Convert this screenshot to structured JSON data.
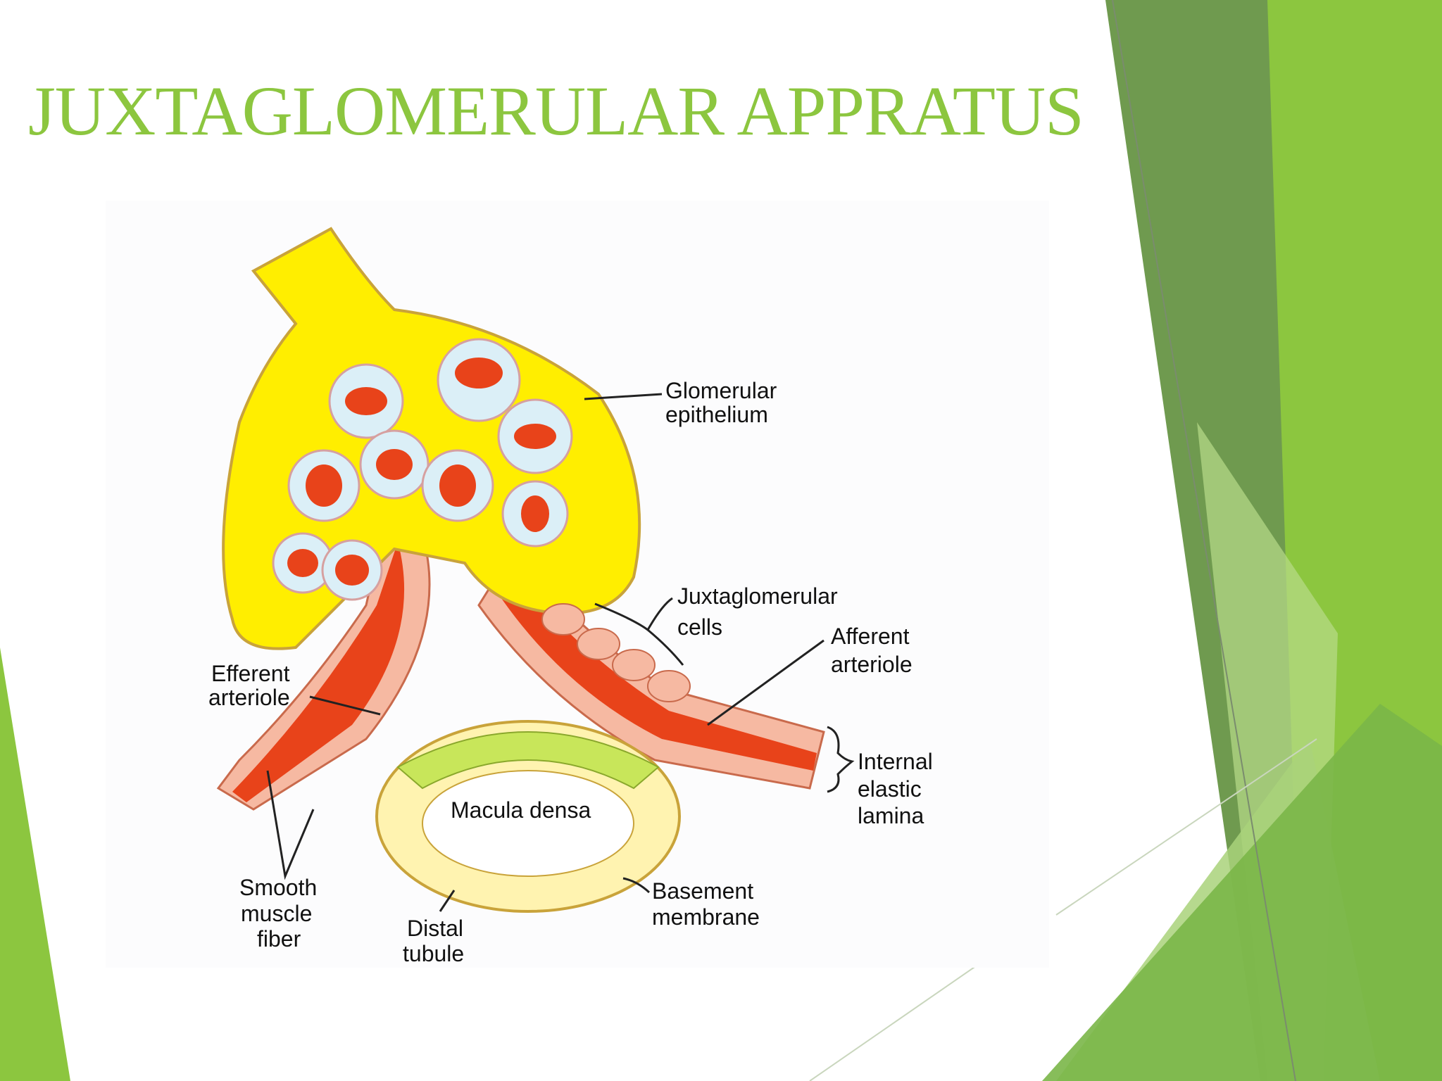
{
  "title": "JUXTAGLOMERULAR APPRATUS",
  "labels": {
    "glomerular_epithelium": [
      "Glomerular",
      "epithelium"
    ],
    "juxtaglomerular_cells": [
      "Juxtaglomerular",
      "cells"
    ],
    "afferent_arteriole": [
      "Afferent",
      "arteriole"
    ],
    "efferent_arteriole": [
      "Efferent",
      "arteriole"
    ],
    "internal_elastic_lamina": [
      "Internal",
      "elastic",
      "lamina"
    ],
    "macula_densa": "Macula densa",
    "smooth_muscle_fiber": [
      "Smooth",
      "muscle",
      "fiber"
    ],
    "distal_tubule": [
      "Distal",
      "tubule"
    ],
    "basement_membrane": [
      "Basement",
      "membrane"
    ]
  },
  "colors": {
    "title": "#8cc63f",
    "capsule": "#ffee00",
    "vessel": "#e8431a",
    "vessel_wall": "#f6b9a2",
    "tubule_cells": "#fff3b0",
    "macula_cells": "#c8e65a",
    "green_dark": "#6f9a4f",
    "green_mid": "#8cc63f",
    "green_light": "#b8dc8a"
  }
}
